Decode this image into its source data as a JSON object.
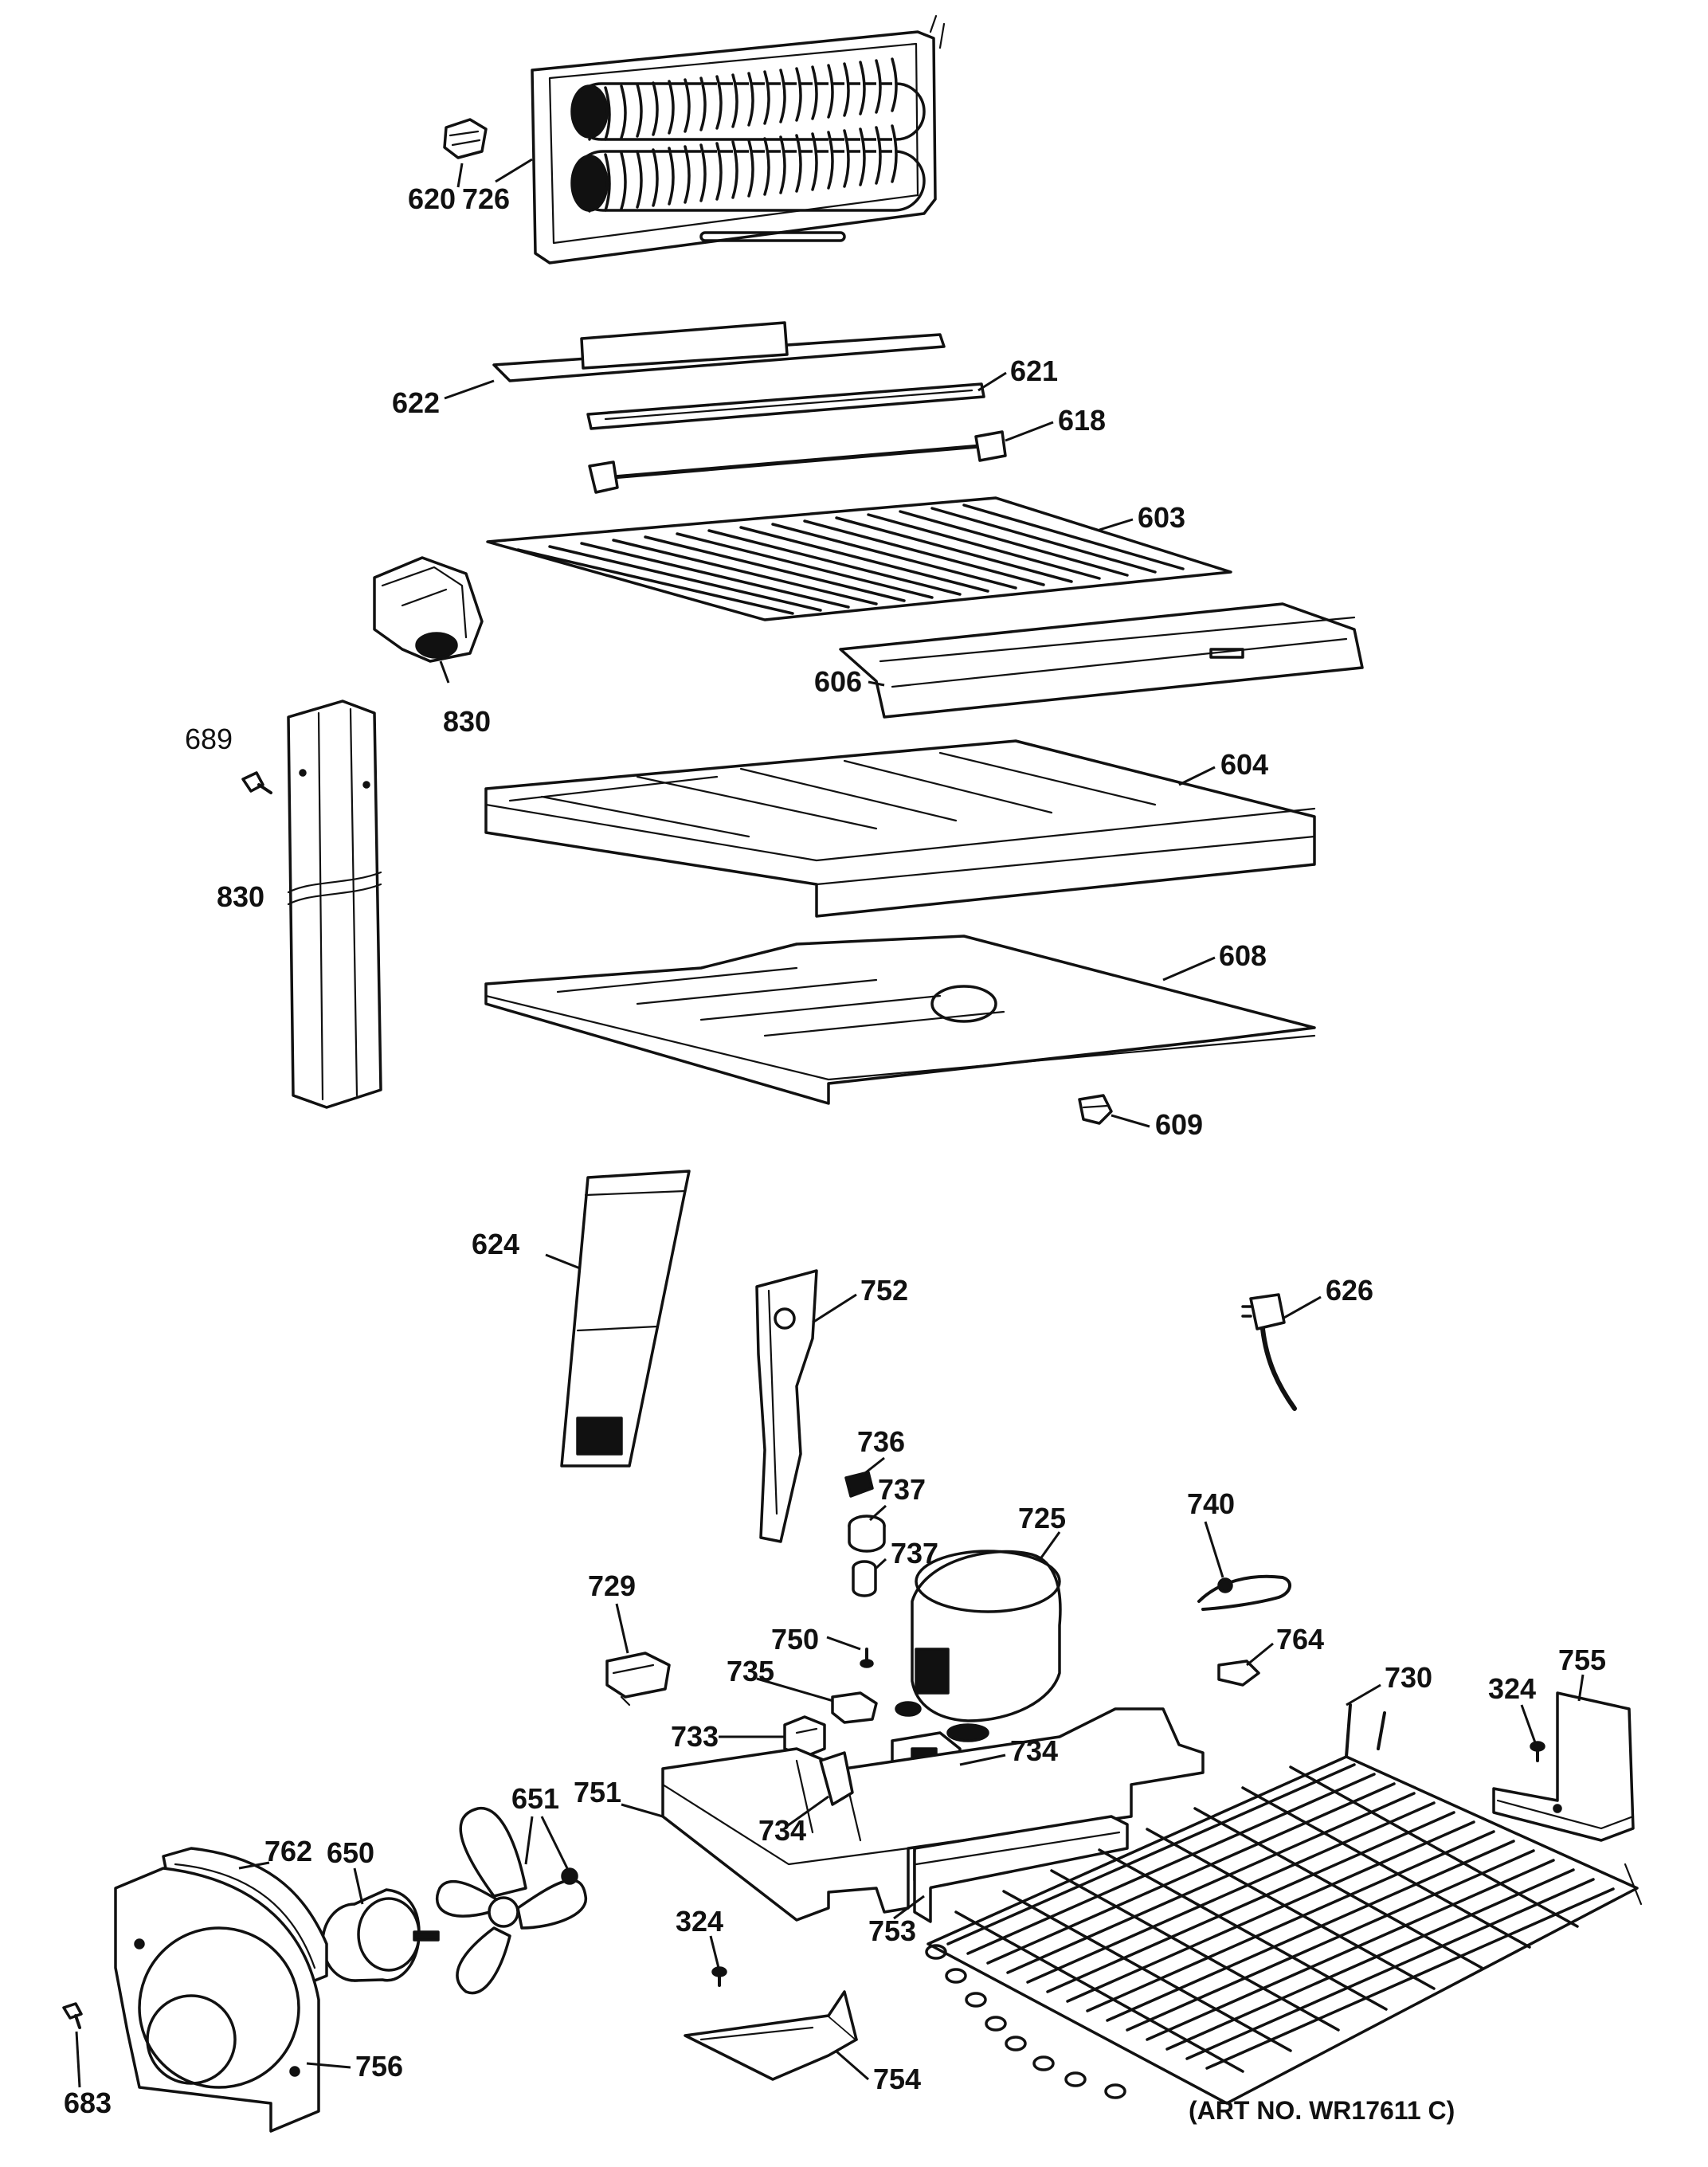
{
  "diagram": {
    "art_number": "(ART NO. WR17611 C)",
    "parts": [
      {
        "key": "p726",
        "label": "726"
      },
      {
        "key": "p620",
        "label": "620"
      },
      {
        "key": "p622",
        "label": "622"
      },
      {
        "key": "p621",
        "label": "621"
      },
      {
        "key": "p618",
        "label": "618"
      },
      {
        "key": "p603",
        "label": "603"
      },
      {
        "key": "p830a",
        "label": "830"
      },
      {
        "key": "p606",
        "label": "606"
      },
      {
        "key": "p689",
        "label": "689"
      },
      {
        "key": "p830b",
        "label": "830"
      },
      {
        "key": "p604",
        "label": "604"
      },
      {
        "key": "p608",
        "label": "608"
      },
      {
        "key": "p609",
        "label": "609"
      },
      {
        "key": "p624",
        "label": "624"
      },
      {
        "key": "p752",
        "label": "752"
      },
      {
        "key": "p626",
        "label": "626"
      },
      {
        "key": "p736",
        "label": "736"
      },
      {
        "key": "p737a",
        "label": "737"
      },
      {
        "key": "p737b",
        "label": "737"
      },
      {
        "key": "p725",
        "label": "725"
      },
      {
        "key": "p740",
        "label": "740"
      },
      {
        "key": "p729",
        "label": "729"
      },
      {
        "key": "p750",
        "label": "750"
      },
      {
        "key": "p735",
        "label": "735"
      },
      {
        "key": "p764",
        "label": "764"
      },
      {
        "key": "p730",
        "label": "730"
      },
      {
        "key": "p324a",
        "label": "324"
      },
      {
        "key": "p755",
        "label": "755"
      },
      {
        "key": "p733",
        "label": "733"
      },
      {
        "key": "p734a",
        "label": "734"
      },
      {
        "key": "p651",
        "label": "651"
      },
      {
        "key": "p751",
        "label": "751"
      },
      {
        "key": "p734b",
        "label": "734"
      },
      {
        "key": "p762",
        "label": "762"
      },
      {
        "key": "p650",
        "label": "650"
      },
      {
        "key": "p753",
        "label": "753"
      },
      {
        "key": "p324b",
        "label": "324"
      },
      {
        "key": "p756",
        "label": "756"
      },
      {
        "key": "p754",
        "label": "754"
      },
      {
        "key": "p683",
        "label": "683"
      }
    ]
  }
}
